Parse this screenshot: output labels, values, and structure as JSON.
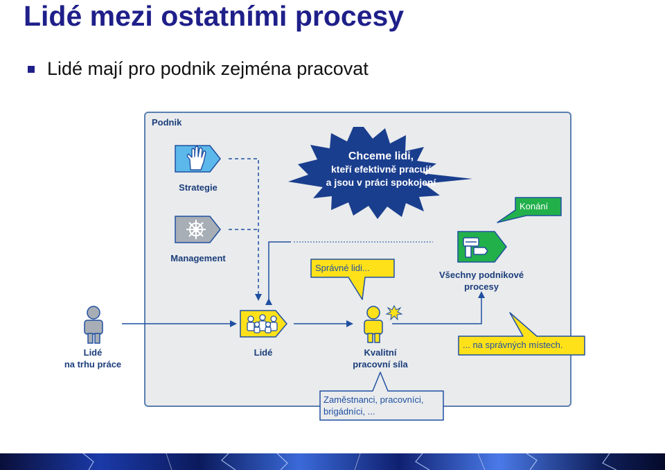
{
  "slide": {
    "title": "Lidé mezi ostatními procesy",
    "bullet": "Lidé mají pro podnik zejména pracovat"
  },
  "diagram": {
    "frame_label": "Podnik",
    "strategy_label": "Strategie",
    "management_label": "Management",
    "people_market_line1": "Lidé",
    "people_market_line2": "na trhu práce",
    "people_label": "Lidé",
    "workforce_line1": "Kvalitní",
    "workforce_line2": "pracovní síla",
    "processes_line1": "Všechny podnikové",
    "processes_line2": "procesy",
    "burst_line1": "Chceme lidi,",
    "burst_line2": "kteří efektivně pracují",
    "burst_line3": "a jsou v práci spokojení",
    "callout_doing": "Konání",
    "callout_right_people": "Správné lidi...",
    "callout_right_places": "... na správných místech.",
    "callout_staff_line1": "Zaměstnanci, pracovníci,",
    "callout_staff_line2": "brigádníci, ..."
  },
  "colors": {
    "title": "#1f1f8a",
    "frame_fill": "#e9ebed",
    "frame_border": "#5a7fb0",
    "strategy_blue": "#5cb8ea",
    "arrow_blue": "#1f4fa0",
    "burst_navy": "#1a3e8e",
    "yellow": "#ffe11a",
    "green": "#22b04b",
    "label_navy": "#1b3d7a"
  },
  "icons": {
    "strategy": "hand-icon",
    "management": "ship-wheel-icon",
    "people": "group-icon",
    "workforce": "worker-icon",
    "processes": "machine-icon",
    "market": "person-icon"
  }
}
